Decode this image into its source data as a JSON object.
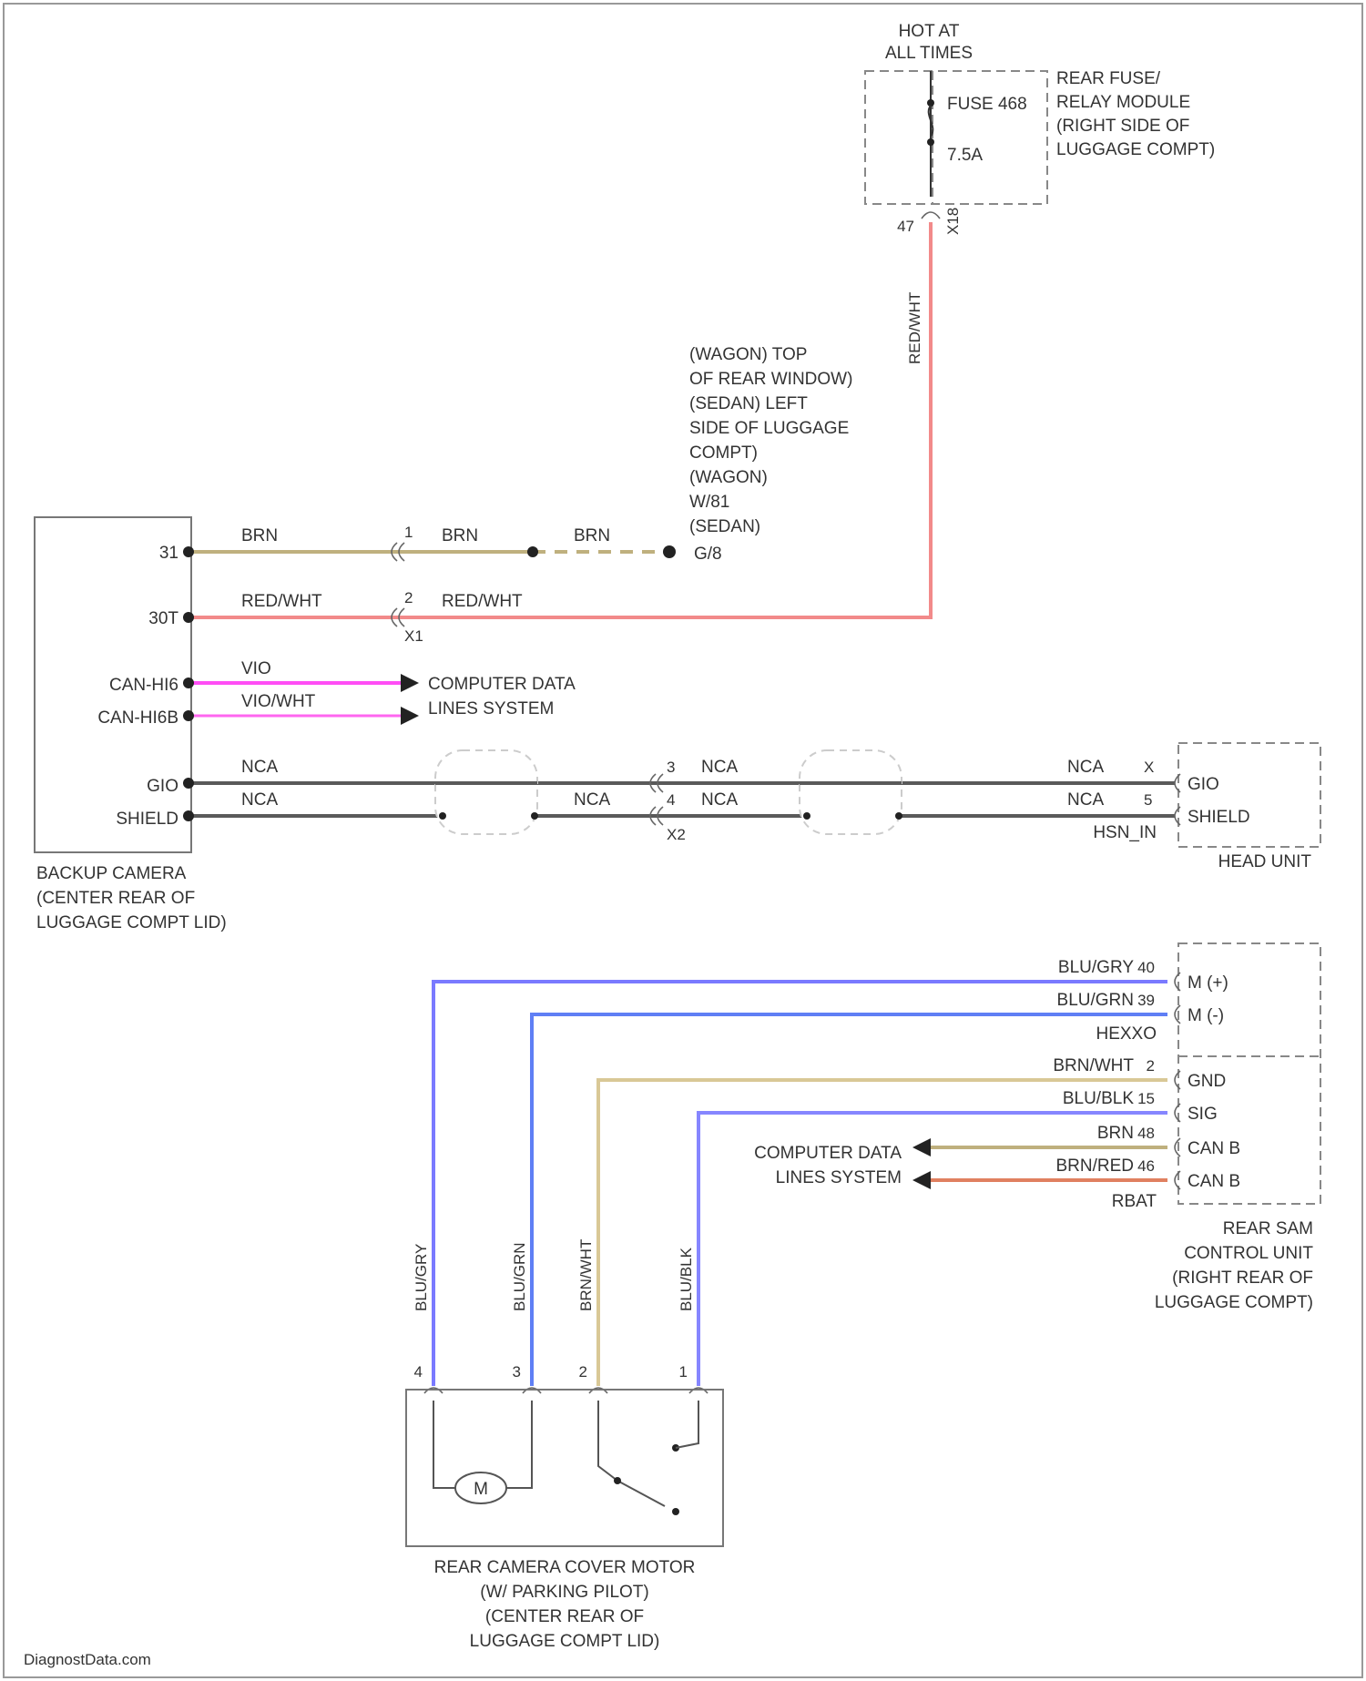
{
  "colors": {
    "brn": "#bfb07e",
    "red_wht": "#f28a8a",
    "vio": "#ff4df5",
    "vio_wht": "#ff66f0",
    "nca": "#5a5a5a",
    "blu_gry": "#7a7aff",
    "blu_grn": "#5f7ff5",
    "brn_wht": "#d9c896",
    "blu_blk": "#8686ff",
    "brn_red": "#e08060"
  },
  "power": {
    "hot_line1": "HOT AT",
    "hot_line2": "ALL TIMES",
    "fuse_name": "FUSE 468",
    "fuse_rating": "7.5A",
    "module_lines": [
      "REAR FUSE/",
      "RELAY MODULE",
      "(RIGHT SIDE OF",
      "LUGGAGE COMPT)"
    ],
    "pin_top": "47",
    "connector": "X18",
    "wire_vertical": "RED/WHT"
  },
  "ground_note": {
    "lines": [
      "(WAGON) TOP",
      "OF REAR WINDOW)",
      "(SEDAN) LEFT",
      "SIDE OF LUGGAGE",
      "COMPT)",
      "(WAGON)",
      "W/81",
      "(SEDAN)",
      "G/8"
    ]
  },
  "backup_camera": {
    "pins": [
      "31",
      "30T",
      "CAN-HI6",
      "CAN-HI6B",
      "GIO",
      "SHIELD"
    ],
    "caption": [
      "BACKUP CAMERA",
      "(CENTER REAR OF",
      "LUGGAGE COMPT LID)"
    ]
  },
  "wires_upper": {
    "brn1": "BRN",
    "brn2": "BRN",
    "brn3": "BRN",
    "redwht1": "RED/WHT",
    "redwht2": "RED/WHT",
    "vio": "VIO",
    "viowht": "VIO/WHT",
    "nca1": "NCA",
    "nca2": "NCA",
    "nca3": "NCA",
    "nca4": "NCA",
    "nca5": "NCA",
    "nca6": "NCA",
    "nca7": "NCA",
    "x1_pin1": "1",
    "x1_pin2": "2",
    "x1_label": "X1",
    "x2_pin1": "3",
    "x2_pin2": "4",
    "x2_label": "X2",
    "hu_pin1": "X",
    "hu_pin2": "5",
    "data_line1": "COMPUTER DATA",
    "data_line2": "LINES SYSTEM"
  },
  "head_unit": {
    "pins": [
      "GIO",
      "SHIELD"
    ],
    "sub": "HSN_IN",
    "caption": "HEAD UNIT"
  },
  "rear_cam_ctrl": {
    "wires": [
      {
        "color_label": "BLU/GRY",
        "pin": "40",
        "term": "M (+)"
      },
      {
        "color_label": "BLU/GRN",
        "pin": "39",
        "term": "M (-)"
      },
      {
        "color_label": "BRN/WHT",
        "pin": "2",
        "term": "GND"
      },
      {
        "color_label": "BLU/BLK",
        "pin": "15",
        "term": "SIG"
      },
      {
        "color_label": "BRN",
        "pin": "48",
        "term": "CAN B"
      },
      {
        "color_label": "BRN/RED",
        "pin": "46",
        "term": "CAN B"
      }
    ],
    "sub_top": "HEXXO",
    "sub_bottom": "RBAT",
    "data_line1": "COMPUTER DATA",
    "data_line2": "LINES SYSTEM",
    "caption": [
      "REAR SAM",
      "CONTROL UNIT",
      "(RIGHT REAR OF",
      "LUGGAGE COMPT)"
    ]
  },
  "motor": {
    "vertical_labels": [
      "BLU/GRY",
      "BLU/GRN",
      "BRN/WHT",
      "BLU/BLK"
    ],
    "pins": [
      "4",
      "3",
      "2",
      "1"
    ],
    "symbol": "M",
    "caption": [
      "REAR CAMERA COVER MOTOR",
      "(W/ PARKING PILOT)",
      "(CENTER REAR OF",
      "LUGGAGE COMPT LID)"
    ]
  },
  "footer": "DiagnostData.com"
}
